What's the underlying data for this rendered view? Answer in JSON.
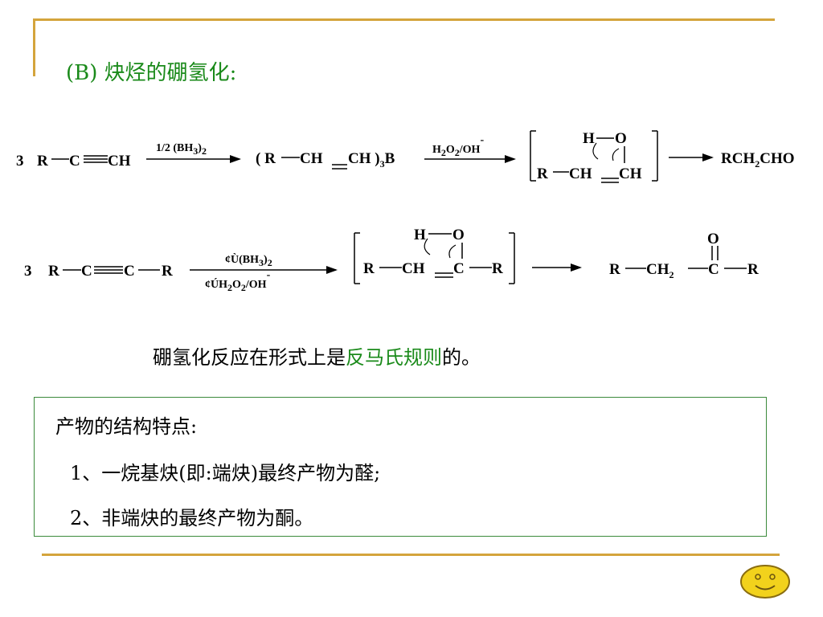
{
  "title": "(B) 炔烃的硼氢化:",
  "reaction1": {
    "coef": "3",
    "start_R": "R",
    "start_C": "C",
    "start_CH": "CH",
    "reagent_main": "1/2 (BH",
    "reagent_sub": "3",
    "reagent_end": ")",
    "reagent_sub2": "2",
    "intermediate_open": "( R",
    "intermediate_CH1": "CH",
    "intermediate_CH2": "CH )",
    "intermediate_sub": "3",
    "intermediate_B": "B",
    "oxid_H": "H",
    "oxid_sub2": "2",
    "oxid_O": "O",
    "oxid_sub2b": "2",
    "oxid_OH": "/OH",
    "oxid_minus": "-",
    "enol_H": "H",
    "enol_O": "O",
    "enol_R": "R",
    "enol_CH1": "CH",
    "enol_CH2": "CH",
    "product_main": "RCH",
    "product_sub": "2",
    "product_end": "CHO"
  },
  "reaction2": {
    "coef": "3",
    "R1": "R",
    "C1": "C",
    "C2": "C",
    "R2": "R",
    "reagent_top_prefix": "¢Ù",
    "reagent_top_main": "(BH",
    "reagent_top_sub": "3",
    "reagent_top_end": ")",
    "reagent_top_sub2": "2",
    "reagent_bottom_prefix": "¢Ú",
    "reagent_bottom_H": "H",
    "reagent_bottom_sub2": "2",
    "reagent_bottom_O": "O",
    "reagent_bottom_sub2b": "2",
    "reagent_bottom_OH": "/OH",
    "reagent_bottom_minus": "-",
    "enol_H": "H",
    "enol_O": "O",
    "enol_R1": "R",
    "enol_CH": "CH",
    "enol_C": "C",
    "enol_R2": "R",
    "product_O": "O",
    "product_R1": "R",
    "product_CH": "CH",
    "product_sub": "2",
    "product_C": "C",
    "product_R2": "R"
  },
  "rule": {
    "prefix": "硼氢化反应在形式上是",
    "highlight": "反马氏规则",
    "suffix": "的。"
  },
  "summary": {
    "heading": "产物的结构特点:",
    "item1": "1、一烷基炔(即:端炔)最终产物为醛;",
    "item2": "2、非端炔的最终产物为酮。"
  },
  "colors": {
    "accent_green": "#1a8a1a",
    "frame_gold": "#d4a43c",
    "box_border": "#3b8a3b",
    "smiley_fill": "#f2d21c"
  },
  "icons": {
    "smiley": "smiley-face-icon"
  }
}
